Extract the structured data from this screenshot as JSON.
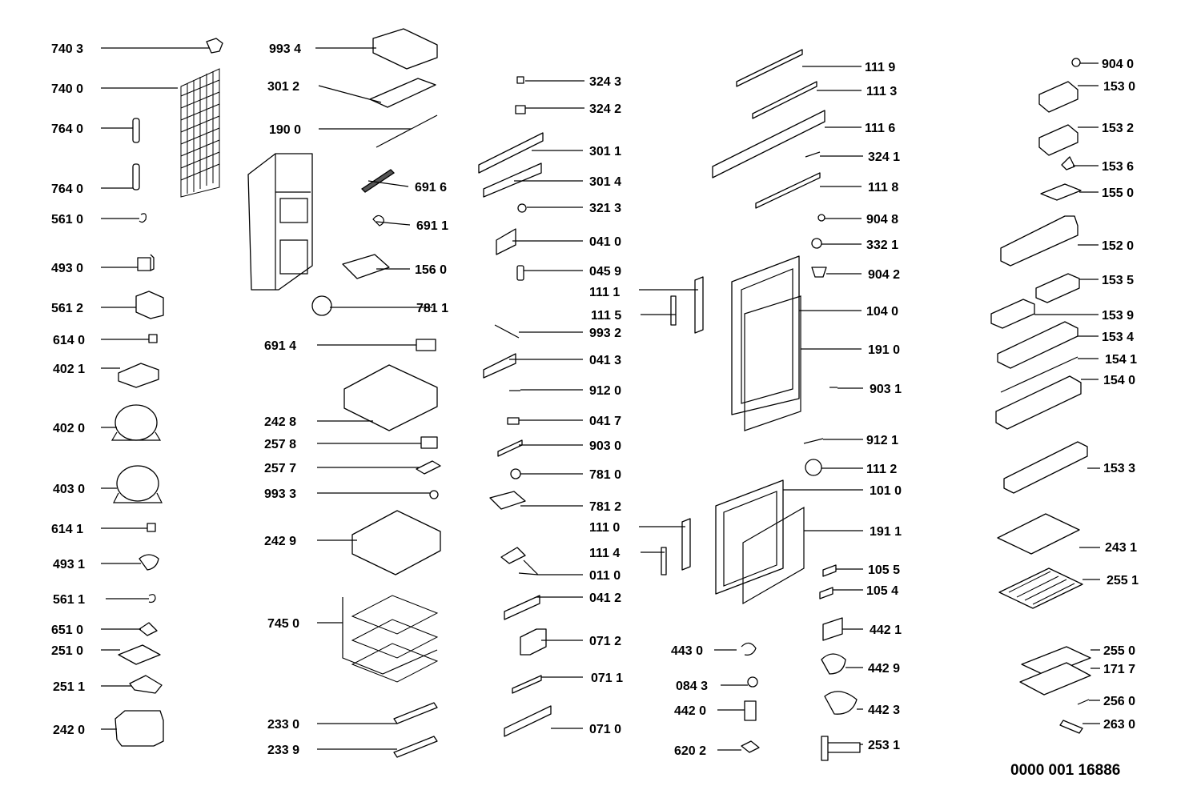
{
  "document_number": "0000 001 16886",
  "part_labels": [
    "740 3",
    "740 0",
    "764 0",
    "764 0",
    "561 0",
    "493 0",
    "561 2",
    "614 0",
    "402 1",
    "402 0",
    "403 0",
    "614 1",
    "493 1",
    "561 1",
    "651 0",
    "251 0",
    "251 1",
    "242 0",
    "993 4",
    "301 2",
    "190 0",
    "691 6",
    "691 1",
    "156 0",
    "781 1",
    "691 4",
    "242 8",
    "257 8",
    "257 7",
    "993 3",
    "242 9",
    "745 0",
    "233 0",
    "233 9",
    "324 3",
    "324 2",
    "301 1",
    "301 4",
    "321 3",
    "041 0",
    "045 9",
    "111 1",
    "111 5",
    "993 2",
    "041 3",
    "912 0",
    "041 7",
    "903 0",
    "781 0",
    "781 2",
    "111 0",
    "111 4",
    "011 0",
    "041 2",
    "071 2",
    "071 1",
    "071 0",
    "443 0",
    "084 3",
    "442 0",
    "620 2",
    "111 9",
    "111 3",
    "111 6",
    "324 1",
    "111 8",
    "904 8",
    "332 1",
    "904 2",
    "104 0",
    "191 0",
    "903 1",
    "912 1",
    "111 2",
    "101 0",
    "191 1",
    "105 5",
    "105 4",
    "442 1",
    "442 9",
    "442 3",
    "253 1",
    "904 0",
    "153 0",
    "153 2",
    "153 6",
    "155 0",
    "152 0",
    "153 5",
    "153 9",
    "153 4",
    "154 1",
    "154 0",
    "153 3",
    "243 1",
    "255 1",
    "255 0",
    "171 7",
    "256 0",
    "263 0"
  ]
}
